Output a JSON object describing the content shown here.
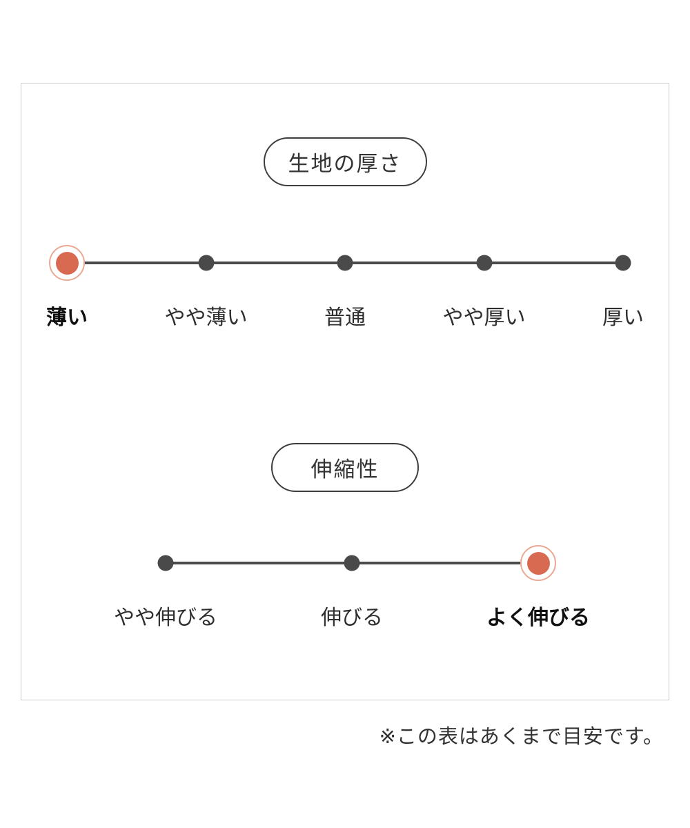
{
  "sections": [
    {
      "title": "生地の厚さ",
      "options": [
        "薄い",
        "やや薄い",
        "普通",
        "やや厚い",
        "厚い"
      ],
      "selected_index": 0,
      "selected_label": "薄い"
    },
    {
      "title": "伸縮性",
      "options": [
        "やや伸びる",
        "伸びる",
        "よく伸びる"
      ],
      "selected_index": 2,
      "selected_label": "よく伸びる"
    }
  ],
  "footnote": "※この表はあくまで目安です。",
  "colors": {
    "dot": "#4a4a4a",
    "line": "#4a4a4a",
    "selected": "#d96a52",
    "ring": "#eba893",
    "text": "#2f2f2f",
    "border": "#cccccc"
  }
}
